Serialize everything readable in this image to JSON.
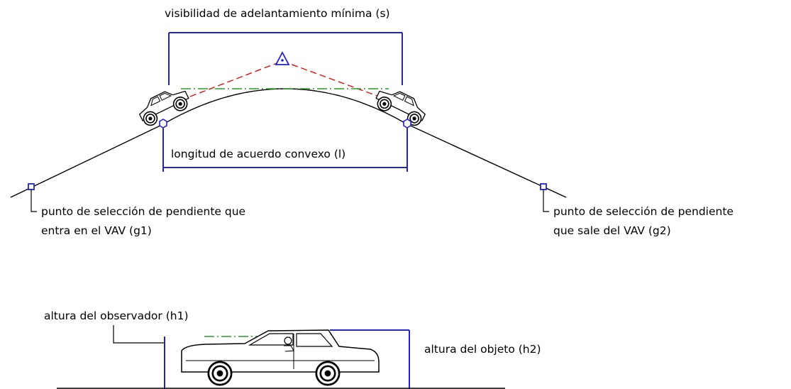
{
  "labels": {
    "min_passing_sight": "visibilidad de adelantamiento mínima (s)",
    "crest_curve_length": "longitud de acuerdo convexo (l)",
    "grade_in_line1": "punto de selección de pendiente que",
    "grade_in_line2": "entra en el VAV (g1)",
    "grade_out_line1": "punto de selección de pendiente",
    "grade_out_line2": "que sale del VAV (g2)",
    "eye_height": "altura del observador (h1)",
    "object_height": "altura del objeto (h2)"
  },
  "colors": {
    "dimension": "#2323c8",
    "sight_line": "#2a9b2a",
    "sight_ray": "#e01010",
    "linework": "#000000"
  },
  "icons": {
    "apex": "triangle-marker-icon",
    "grade_point": "square-grip-icon",
    "pvc": "hexagon-grip-icon"
  }
}
